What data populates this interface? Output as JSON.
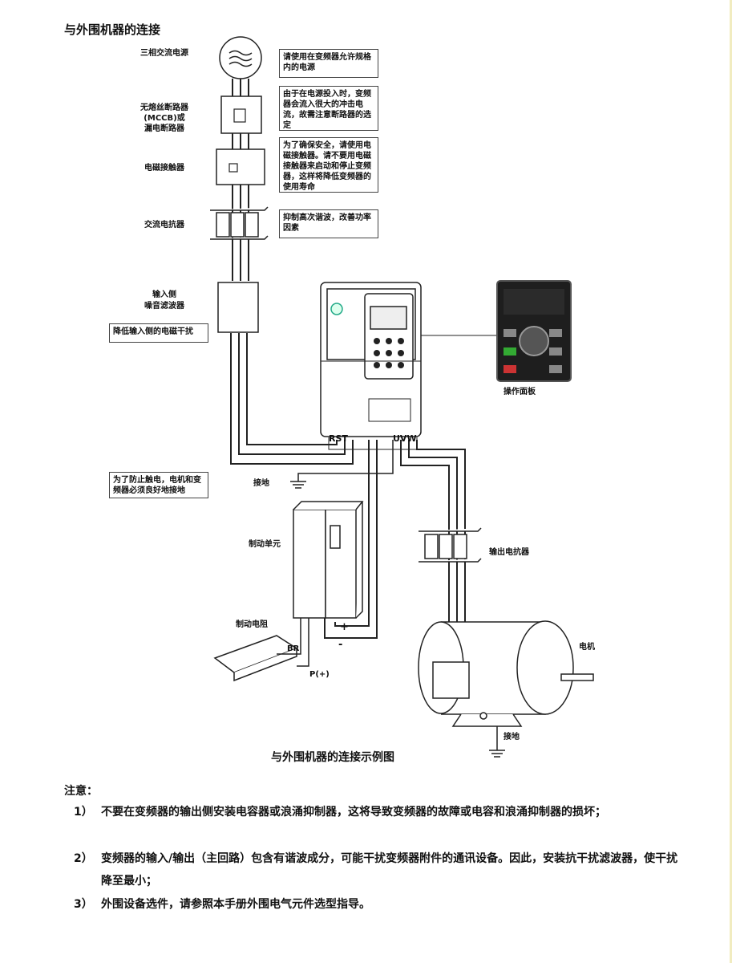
{
  "title": "与外围机器的连接",
  "diagram": {
    "labels": {
      "power": "三相交流电源",
      "breaker": [
        "无熔丝断路器",
        "(MCCB)或",
        "漏电断路器"
      ],
      "contactor": "电磁接触器",
      "ac_reactor": "交流电抗器",
      "filter": [
        "输入侧",
        "噪音滤波器"
      ],
      "panel": "操作面板",
      "ground1": "接地",
      "brake_unit": "制动单元",
      "brake_resistor": "制动电阻",
      "br": "BR",
      "pplus": "P(+)",
      "plus": "+",
      "minus": "-",
      "rst": "RST",
      "uvw": "UVW",
      "out_reactor": "输出电抗器",
      "motor": "电机",
      "ground2": "接地"
    },
    "notes": [
      "请使用在变频器允许规格内的电源",
      "由于在电源投入时，变频器会流入很大的冲击电流，故需注意断路器的选定",
      "为了确保安全，请使用电磁接触器。请不要用电磁接触器来启动和停止变频器，这样将降低变频器的使用寿命",
      "抑制高次谐波，改善功率因素",
      "降低输入侧的电磁干扰",
      "为了防止触电，电机和变频器必须良好地接地"
    ],
    "caption": "与外围机器的连接示例图"
  },
  "attention": {
    "heading": "注意：",
    "items": [
      {
        "num": "1）",
        "text": "不要在变频器的输出侧安装电容器或浪涌抑制器，这将导致变频器的故障或电容和浪涌抑制器的损坏；"
      },
      {
        "num": "2）",
        "text": "变频器的输入/输出（主回路）包含有谐波成分，可能干扰变频器附件的通讯设备。因此，安装抗干扰滤波器，使干扰降至最小；"
      },
      {
        "num": "3）",
        "text": "外围设备选件，请参照本手册外围电气元件选型指导。"
      }
    ]
  }
}
